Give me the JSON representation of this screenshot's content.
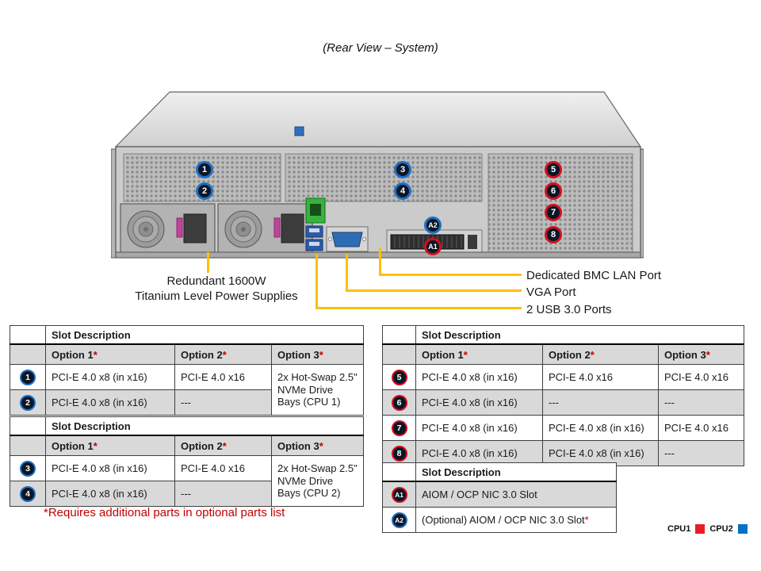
{
  "title": "(Rear View – System)",
  "footnote": "*Requires additional parts in optional parts list",
  "star": "*",
  "slot_header": "Slot Description",
  "columns": {
    "opt1": "Option 1",
    "opt2": "Option 2",
    "opt3": "Option 3"
  },
  "legend": {
    "cpu1": "CPU1",
    "cpu2": "CPU2"
  },
  "colors": {
    "accent_red": "#c00000",
    "badge_ring_blue": "#1f6fc4",
    "badge_ring_red": "#cf1020",
    "callout_yellow": "#ffc000",
    "legend_cpu1_red": "#ec1c24",
    "legend_cpu2_blue": "#0072c6",
    "bmc_port_green": "#35b43a",
    "usb_vga_blue": "#2e6db4"
  },
  "callouts": {
    "psu_line1": "Redundant 1600W",
    "psu_line2": "Titanium Level Power Supplies",
    "bmc": "Dedicated BMC LAN Port",
    "vga": "VGA Port",
    "usb": "2 USB 3.0 Ports"
  },
  "badges": {
    "s1": "1",
    "s2": "2",
    "s3": "3",
    "s4": "4",
    "s5": "5",
    "s6": "6",
    "s7": "7",
    "s8": "8",
    "a1": "A1",
    "a2": "A2"
  },
  "tables": {
    "left1": {
      "rows": [
        {
          "slot": "1",
          "opt1": "PCI-E 4.0 x8 (in x16)",
          "opt2": "PCI-E 4.0 x16"
        },
        {
          "slot": "2",
          "opt1": "PCI-E 4.0 x8 (in x16)",
          "opt2": "---"
        }
      ],
      "opt3_merged": "2x Hot-Swap 2.5\" NVMe Drive Bays (CPU 1)"
    },
    "left2": {
      "rows": [
        {
          "slot": "3",
          "opt1": "PCI-E 4.0 x8 (in x16)",
          "opt2": "PCI-E 4.0 x16"
        },
        {
          "slot": "4",
          "opt1": "PCI-E 4.0 x8 (in x16)",
          "opt2": "---"
        }
      ],
      "opt3_merged": "2x Hot-Swap 2.5\" NVMe Drive Bays (CPU 2)"
    },
    "right": {
      "rows": [
        {
          "slot": "5",
          "opt1": "PCI-E 4.0 x8 (in x16)",
          "opt2": "PCI-E 4.0 x16",
          "opt3": "PCI-E 4.0 x16"
        },
        {
          "slot": "6",
          "opt1": "PCI-E 4.0 x8 (in x16)",
          "opt2": "---",
          "opt3": "---"
        },
        {
          "slot": "7",
          "opt1": "PCI-E 4.0 x8 (in x16)",
          "opt2": "PCI-E 4.0 x8 (in x16)",
          "opt3": "PCI-E 4.0 x16"
        },
        {
          "slot": "8",
          "opt1": "PCI-E 4.0 x8 (in x16)",
          "opt2": "PCI-E 4.0 x8 (in x16)",
          "opt3": "---"
        }
      ]
    },
    "aiom": {
      "rows": [
        {
          "slot": "A1",
          "desc": "AIOM / OCP NIC 3.0 Slot",
          "star": ""
        },
        {
          "slot": "A2",
          "desc": "(Optional) AIOM / OCP NIC 3.0 Slot",
          "star": "*"
        }
      ]
    }
  }
}
